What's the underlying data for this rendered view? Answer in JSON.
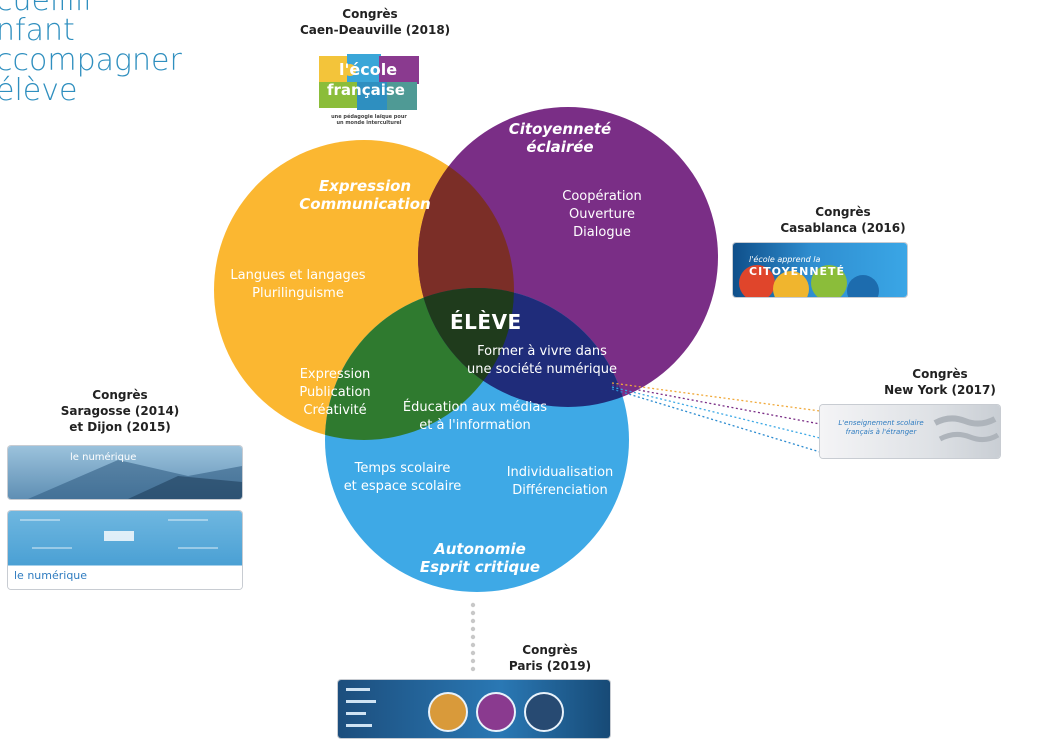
{
  "intro_lines": [
    "cueillir",
    "nfant",
    "ccompagner",
    "élève"
  ],
  "center_label": "ÉLÈVE",
  "circles": {
    "expression": {
      "title_1": "Expression",
      "title_2": "Communication",
      "items": [
        "Langues et langages",
        "Plurilinguisme"
      ],
      "color": "#fbb731"
    },
    "citoyennete": {
      "title_1": "Citoyenneté",
      "title_2": "éclairée",
      "items": [
        "Coopération",
        "Ouverture",
        "Dialogue"
      ],
      "color": "#7a2e86"
    },
    "autonomie": {
      "title_1": "Autonomie",
      "title_2": "Esprit critique",
      "items_left": [
        "Temps scolaire",
        "et espace scolaire"
      ],
      "items_right": [
        "Individualisation",
        "Différenciation"
      ],
      "color": "#3ea9e6"
    }
  },
  "overlaps": {
    "expression_autonomie": [
      "Expression",
      "Publication",
      "Créativité"
    ],
    "center_bottom": [
      "Éducation aux médias",
      "et à l'information"
    ],
    "citoyennete_autonomie": [
      "Former à vivre dans",
      "une société numérique"
    ]
  },
  "congresses": {
    "caen": {
      "line1": "Congrès",
      "line2": "Caen-Deauville (2018)",
      "logo_1": "l'école",
      "logo_2": "française",
      "logo_3": "une pédagogie laïque pour",
      "logo_4": "un monde interculturel"
    },
    "casablanca": {
      "line1": "Congrès",
      "line2": "Casablanca (2016)",
      "banner_1": "l'école apprend la",
      "banner_2": "CITOYENNETÉ"
    },
    "newyork": {
      "line1": "Congrès",
      "line2": "New York (2017)",
      "banner_1": "L'enseignement scolaire",
      "banner_2": "français à l'étranger"
    },
    "saragosse": {
      "line1": "Congrès",
      "line2": "Saragosse (2014)",
      "line3": "et Dijon (2015)",
      "banner_1": "le numérique",
      "banner_2": "le numérique"
    },
    "paris": {
      "line1": "Congrès",
      "line2": "Paris (2019)"
    }
  }
}
